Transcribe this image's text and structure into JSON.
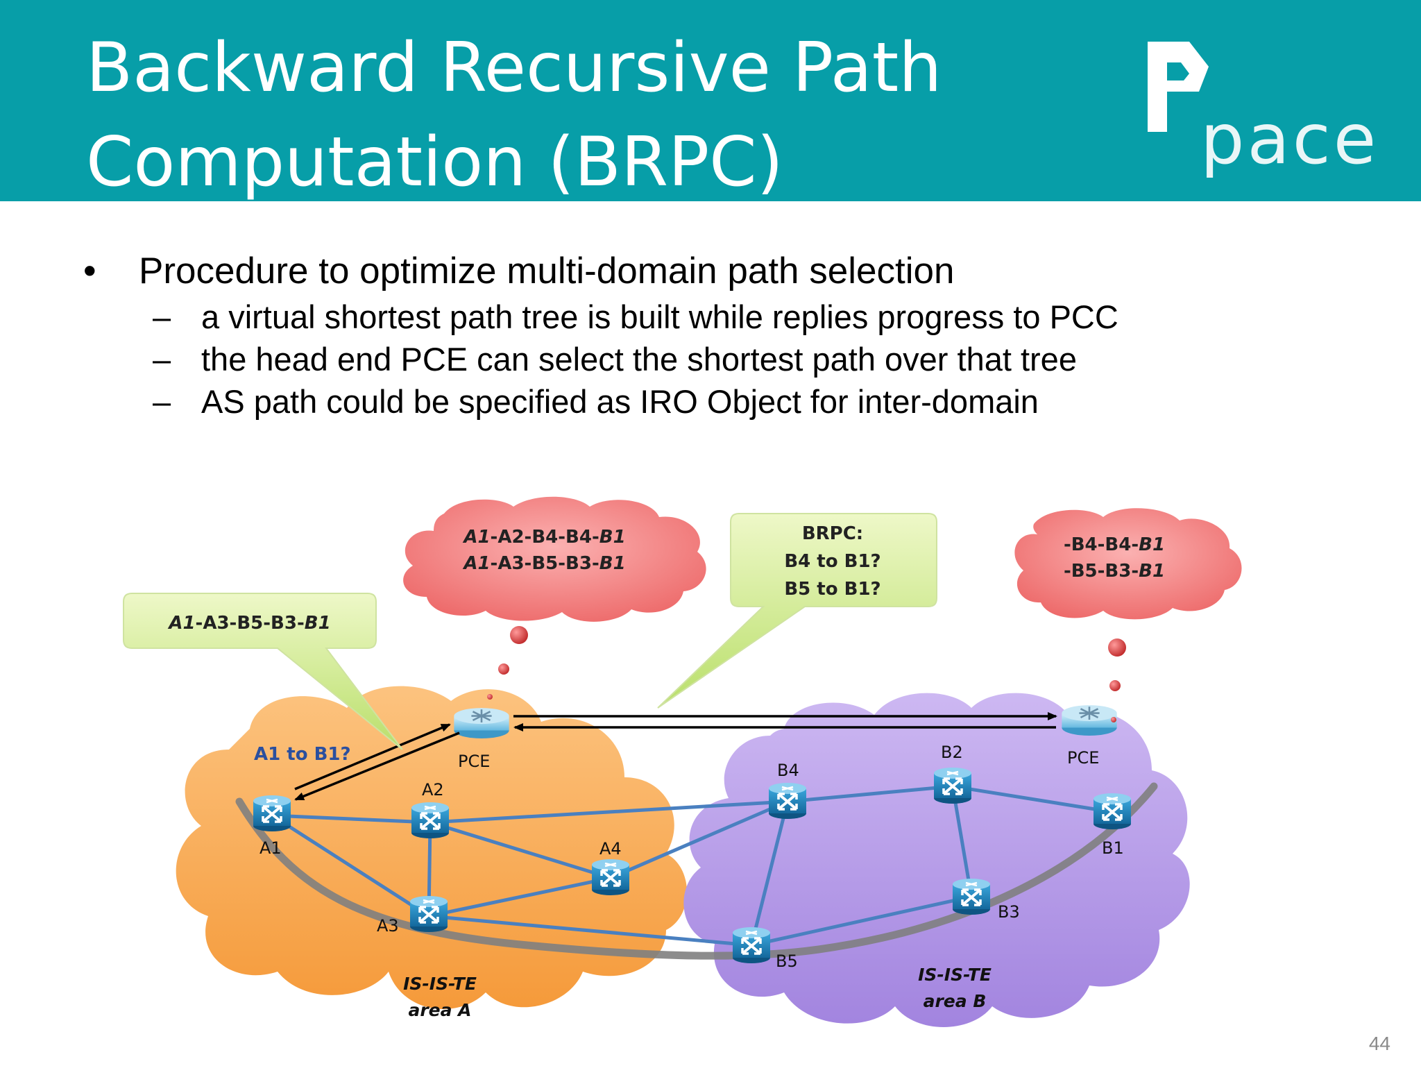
{
  "title": {
    "line1": "Backward Recursive Path",
    "line2": "Computation (BRPC)"
  },
  "logo": {
    "word": "pace"
  },
  "colors": {
    "header": "#079ea8",
    "area_a": "#f9a548",
    "area_b": "#b79ae8",
    "callout_green": "#cdea8c",
    "cloud_red": "#f07676",
    "router": "#1f87c0",
    "link": "#4a80c0",
    "path": "#7f7f7f"
  },
  "bullets": {
    "main": "Procedure to optimize multi-domain path selection",
    "subs": [
      "a virtual shortest path tree is built while replies progress to PCC",
      "the head end PCE can select the shortest path over that tree",
      "AS path could be specified as IRO Object for inter-domain"
    ],
    "bullet_glyph": "•",
    "dash_glyph": "–"
  },
  "diagram": {
    "callout_left": {
      "A": "A1",
      "B": "-A3-B5-B3-",
      "C": "B1"
    },
    "callout_brpc": [
      "BRPC:",
      "B4 to B1?",
      "B5 to B1?"
    ],
    "cloud_left": {
      "line1": {
        "A": "A1",
        "B": "-A2-B4-B4-",
        "C": "B1"
      },
      "line2": {
        "A": "A1",
        "B": "-A3-B5-B3-",
        "C": "B1"
      }
    },
    "cloud_right": {
      "line1": {
        "A": "",
        "B": "-B4-B4-",
        "C": "B1"
      },
      "line2": {
        "A": "",
        "B": "-B5-B3-",
        "C": "B1"
      }
    },
    "query_label": "A1 to B1?",
    "pce_left": "PCE",
    "pce_right": "PCE",
    "routers": {
      "A1": "A1",
      "A2": "A2",
      "A3": "A3",
      "A4": "A4",
      "B1": "B1",
      "B2": "B2",
      "B3": "B3",
      "B4": "B4",
      "B5": "B5"
    },
    "area_a": [
      "IS-IS-TE",
      "area A"
    ],
    "area_b": [
      "IS-IS-TE",
      "area B"
    ]
  },
  "page_number": "44"
}
